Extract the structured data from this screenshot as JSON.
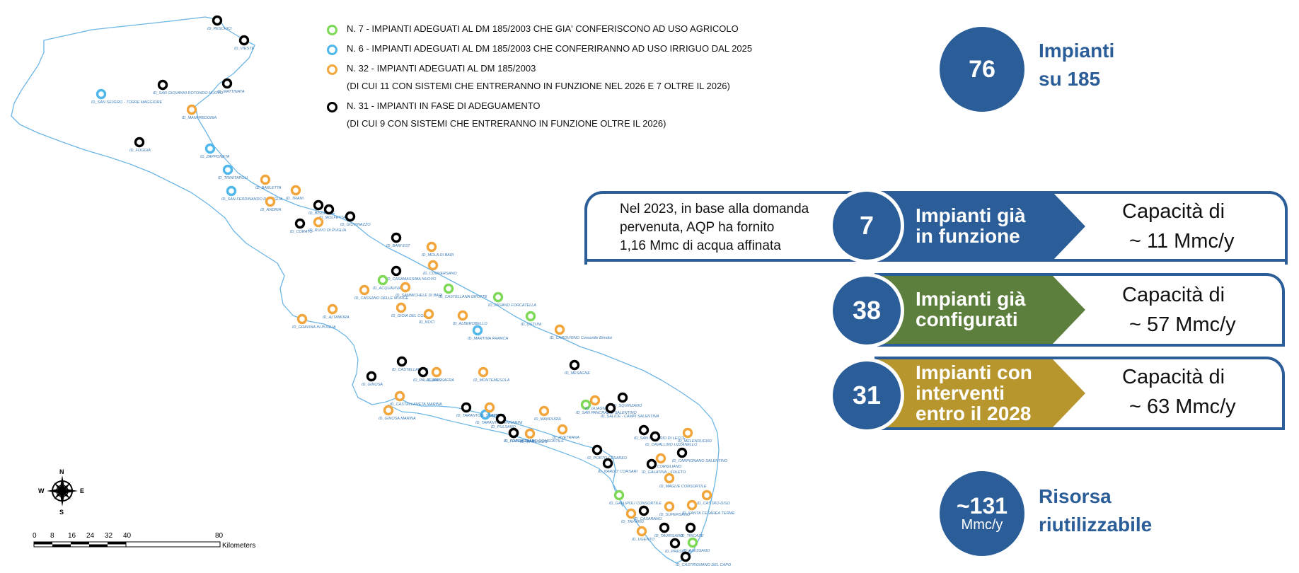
{
  "colors": {
    "agricolo": "#7ed957",
    "irriguo": "#4fb7ea",
    "adeguati": "#f2a53a",
    "adeguamento": "#000000",
    "brand_blue": "#2b5d98",
    "green_panel": "#5d7f3d",
    "gold_panel": "#b8962e"
  },
  "legend": [
    {
      "color": "agricolo",
      "text": "N. 7 - IMPIANTI ADEGUATI AL DM 185/2003 CHE GIA' CONFERISCONO AD USO AGRICOLO",
      "sub": ""
    },
    {
      "color": "irriguo",
      "text": "N. 6 - IMPIANTI ADEGUATI AL DM 185/2003 CHE CONFERIRANNO AD USO IRRIGUO DAL 2025",
      "sub": ""
    },
    {
      "color": "adeguati",
      "text": "N. 32 - IMPIANTI ADEGUATI AL DM 185/2003",
      "sub": "(DI CUI 11 CON SISTEMI CHE ENTRERANNO IN FUNZIONE NEL 2026 E 7 OLTRE IL 2026)"
    },
    {
      "color": "adeguamento",
      "text": "N. 31 - IMPIANTI IN FASE DI ADEGUAMENTO",
      "sub": "(DI CUI 9 CON SISTEMI CHE ENTRERANNO IN FUNZIONE OLTRE IL 2026)"
    }
  ],
  "summary_top": {
    "value": "76",
    "line1": "Impianti",
    "line2": "su 185"
  },
  "summary_bottom": {
    "value": "~131",
    "unit": "Mmc/y",
    "line1": "Risorsa",
    "line2": "riutilizzabile"
  },
  "panels": [
    {
      "note": [
        "Nel 2023, in base alla domanda",
        "pervenuta, AQP ha fornito",
        "1,16 Mmc di acqua affinata"
      ],
      "number": "7",
      "title": [
        "Impianti già",
        "in funzione"
      ],
      "cap_label": "Capacità di",
      "cap_value": "~ 11 Mmc/y",
      "fill": "brand_blue"
    },
    {
      "note": [],
      "number": "38",
      "title": [
        "Impianti già",
        "configurati"
      ],
      "cap_label": "Capacità di",
      "cap_value": "~ 57 Mmc/y",
      "fill": "green_panel"
    },
    {
      "note": [],
      "number": "31",
      "title": [
        "Impianti con",
        "interventi",
        "entro il 2028"
      ],
      "cap_label": "Capacità di",
      "cap_value": "~ 63 Mmc/y",
      "fill": "gold_panel"
    }
  ],
  "compass": {
    "n": "N",
    "s": "S",
    "e": "E",
    "w": "W"
  },
  "scale": {
    "ticks": [
      "0",
      "8",
      "16",
      "24",
      "32",
      "40",
      "80"
    ],
    "unit": "Kilometers"
  },
  "plants": [
    {
      "type": "adeguamento",
      "label": "ID_PESCHICI"
    },
    {
      "type": "adeguamento",
      "label": "ID_VIESTE"
    },
    {
      "type": "irriguo",
      "label": "ID_SAN SEVERO - TORRE MAGGIORE"
    },
    {
      "type": "adeguamento",
      "label": "ID_SAN GIOVANNI ROTONDO NUOVO"
    },
    {
      "type": "adeguamento",
      "label": "ID_MATTINATA"
    },
    {
      "type": "adeguati",
      "label": "ID_MANFREDONIA"
    },
    {
      "type": "adeguamento",
      "label": "ID_FOGGIA"
    },
    {
      "type": "irriguo",
      "label": "ID_ZAPPONETA"
    },
    {
      "type": "irriguo",
      "label": "ID_TRINITAPOLI"
    },
    {
      "type": "irriguo",
      "label": "ID_SAN FERDINANDO DI PUGLIA"
    },
    {
      "type": "adeguati",
      "label": "ID_BARLETTA"
    },
    {
      "type": "adeguati",
      "label": "ID_ANDRIA"
    },
    {
      "type": "adeguati",
      "label": "ID_TRANI"
    },
    {
      "type": "adeguamento",
      "label": "ID_BISCEGLIE"
    },
    {
      "type": "adeguamento",
      "label": "ID_MOLFETTA"
    },
    {
      "type": "adeguamento",
      "label": "ID_GIOVINAZZO"
    },
    {
      "type": "adeguamento",
      "label": "ID_CORATO"
    },
    {
      "type": "adeguati",
      "label": "ID_RUVO DI PUGLIA"
    },
    {
      "type": "adeguamento",
      "label": "ID_BARI EST"
    },
    {
      "type": "adeguati",
      "label": "ID_MOLA DI BARI"
    },
    {
      "type": "adeguati",
      "label": "ID_CONVERSANO"
    },
    {
      "type": "adeguamento",
      "label": "ID_CASAMASSIMA NUOVO"
    },
    {
      "type": "agricolo",
      "label": "ID_ACQUAVIVA"
    },
    {
      "type": "adeguati",
      "label": "ID_CASSANO DELLE MURGE"
    },
    {
      "type": "adeguati",
      "label": "ID_SAMMICHELE DI BARI"
    },
    {
      "type": "agricolo",
      "label": "ID_CASTELLANA GROTTE"
    },
    {
      "type": "agricolo",
      "label": "ID_FASANO FORCATELLA"
    },
    {
      "type": "adeguati",
      "label": "ID_ALTAMURA"
    },
    {
      "type": "adeguati",
      "label": "ID_GRAVINA IN PUGLIA"
    },
    {
      "type": "adeguati",
      "label": "ID_GIOIA DEL COLLE"
    },
    {
      "type": "adeguati",
      "label": "ID_NOCI"
    },
    {
      "type": "adeguati",
      "label": "ID_ALBEROBELLO"
    },
    {
      "type": "agricolo",
      "label": "ID_OSTUNI"
    },
    {
      "type": "irriguo",
      "label": "ID_MARTINA FRANCA"
    },
    {
      "type": "adeguati",
      "label": "ID_CAROVIGNO Consortile Brindisi"
    },
    {
      "type": "adeguamento",
      "label": "ID_CASTELLANETA"
    },
    {
      "type": "adeguamento",
      "label": "ID_PALAGIANO"
    },
    {
      "type": "adeguati",
      "label": "ID_MASSAFRA"
    },
    {
      "type": "adeguati",
      "label": "ID_MONTEMESOLA"
    },
    {
      "type": "adeguamento",
      "label": "ID_GINOSA"
    },
    {
      "type": "adeguamento",
      "label": "ID_MESAGNE"
    },
    {
      "type": "adeguati",
      "label": "ID_CASTELLANETA MARINA"
    },
    {
      "type": "adeguati",
      "label": "ID_GINOSA MARINA"
    },
    {
      "type": "adeguamento",
      "label": "ID_TARANTO BELLAVISTA"
    },
    {
      "type": "irriguo",
      "label": "ID_TARANTO GENNARINI"
    },
    {
      "type": "adeguati",
      "label": "ID_STATTE"
    },
    {
      "type": "adeguamento",
      "label": "ID_PULSANO"
    },
    {
      "type": "adeguamento",
      "label": "ID_FRAGAGNANO CONSORTILE"
    },
    {
      "type": "adeguati",
      "label": "ID_MANDURIA"
    },
    {
      "type": "agricolo",
      "label": "ID_SAN PANCRAZIO SALENTINO"
    },
    {
      "type": "adeguati",
      "label": "ID_GUAGNANO"
    },
    {
      "type": "adeguamento",
      "label": "ID_SQUINZANO"
    },
    {
      "type": "adeguamento",
      "label": "ID_SALICE - CAMPI SALENTINA"
    },
    {
      "type": "adeguamento",
      "label": "ID_TORRICELLA"
    },
    {
      "type": "adeguati",
      "label": "ID_MARUGGIO"
    },
    {
      "type": "adeguati",
      "label": "ID_AVETRANA"
    },
    {
      "type": "adeguamento",
      "label": "ID_SAN CESARIO DI LECCE"
    },
    {
      "type": "adeguamento",
      "label": "ID_CAVALLINO LIZZANELLO"
    },
    {
      "type": "adeguati",
      "label": "ID_MELENDUGNO"
    },
    {
      "type": "adeguamento",
      "label": "ID_PORTO CESAREO"
    },
    {
      "type": "adeguamento",
      "label": "ID_NARDO' CORSARI"
    },
    {
      "type": "adeguati",
      "label": "ID_CORIGLIANO"
    },
    {
      "type": "adeguamento",
      "label": "ID_CARPIGNANO SALENTINO"
    },
    {
      "type": "adeguamento",
      "label": "ID_GALATINA - SOLETO"
    },
    {
      "type": "adeguati",
      "label": "ID_MAGLIE CONSORTILE"
    },
    {
      "type": "agricolo",
      "label": "ID_GALLIPOLI CONSORTILE"
    },
    {
      "type": "adeguati",
      "label": "ID_SANTA CESAREA TERME"
    },
    {
      "type": "adeguati",
      "label": "ID_CASTRO-DISO"
    },
    {
      "type": "adeguamento",
      "label": "ID_CASARANO"
    },
    {
      "type": "adeguati",
      "label": "ID_SUPERSANO"
    },
    {
      "type": "adeguati",
      "label": "ID_TAVIANO"
    },
    {
      "type": "adeguati",
      "label": "ID_UGENTO"
    },
    {
      "type": "adeguamento",
      "label": "ID_TAURISANO"
    },
    {
      "type": "adeguamento",
      "label": "ID_TRICASE"
    },
    {
      "type": "agricolo",
      "label": "ID_ALESSANO"
    },
    {
      "type": "adeguamento",
      "label": "ID_PRESICCE"
    },
    {
      "type": "adeguamento",
      "label": "ID_CASTRIGNANO DEL CAPO"
    }
  ]
}
